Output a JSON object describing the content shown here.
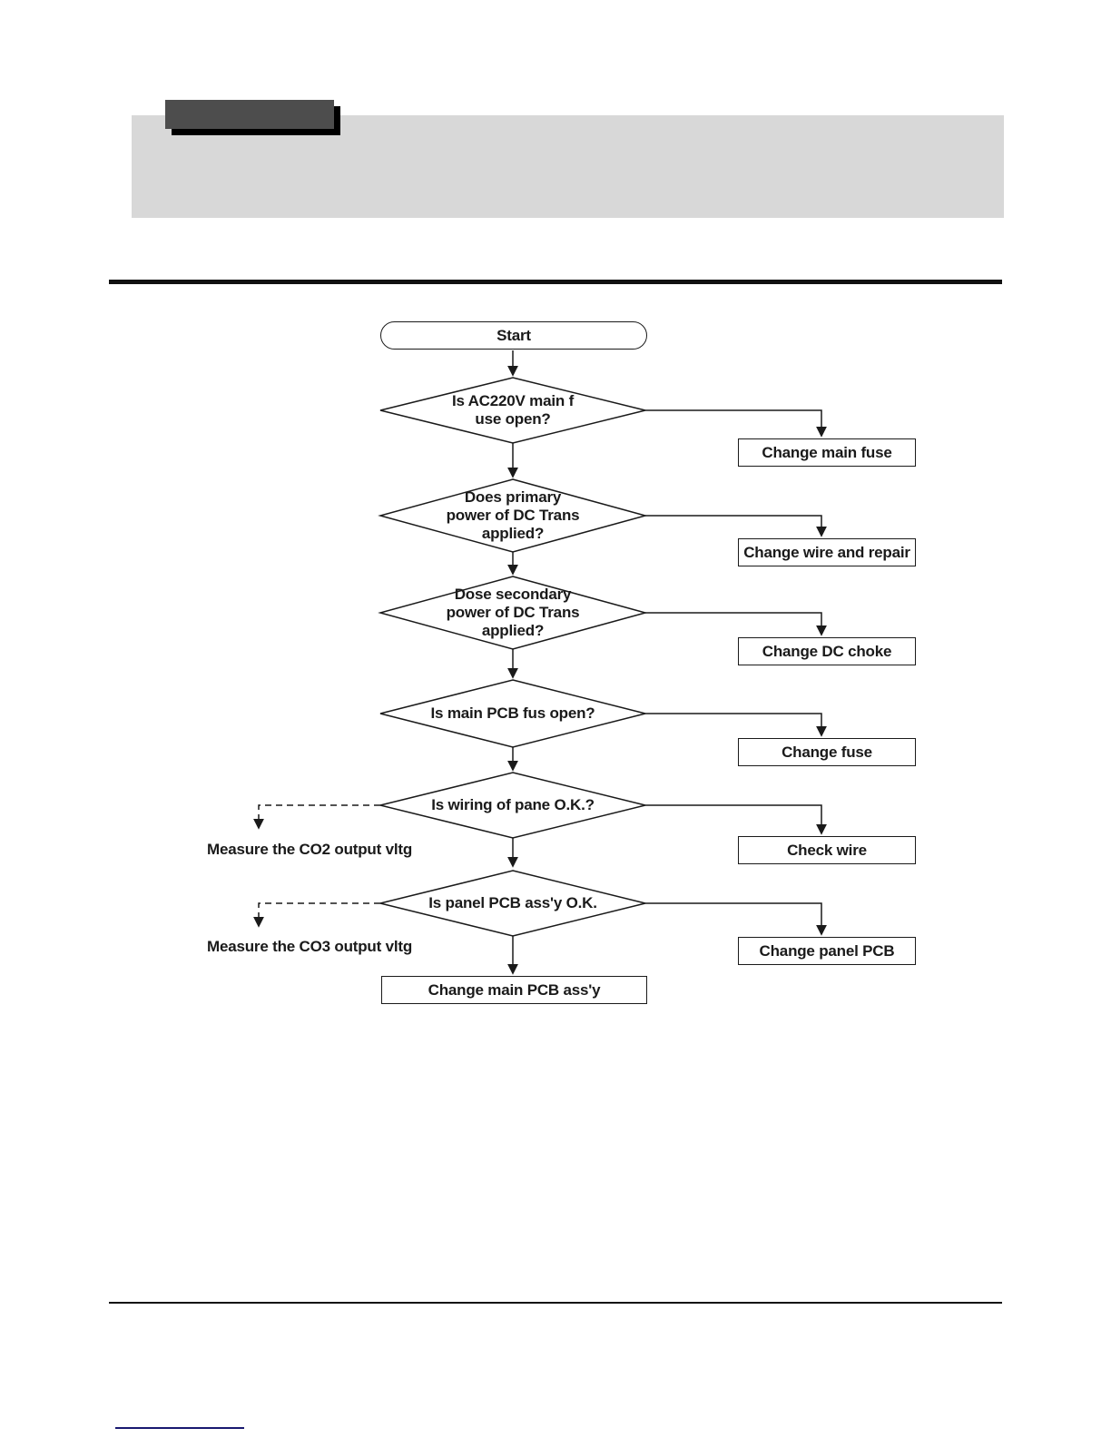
{
  "header": {
    "tab_box_color": "#4d4d4d",
    "tab_box_shadow_color": "#000000",
    "banner_color": "#d8d8d8"
  },
  "flowchart": {
    "line_color": "#1a1a1a",
    "start_label": "Start",
    "decisions": [
      {
        "label": "Is AC220V main f\nuse open?"
      },
      {
        "label": "Does primary\npower of DC Trans\napplied?"
      },
      {
        "label": "Dose secondary\npower of DC Trans\napplied?"
      },
      {
        "label": "Is main PCB fus open?"
      },
      {
        "label": "Is wiring of pane O.K.?"
      },
      {
        "label": "Is panel PCB ass'y O.K."
      }
    ],
    "actions": [
      {
        "label": "Change main fuse"
      },
      {
        "label": "Change wire and repair"
      },
      {
        "label": "Change DC choke"
      },
      {
        "label": "Change fuse"
      },
      {
        "label": "Check wire"
      },
      {
        "label": "Change panel PCB"
      }
    ],
    "final_label": "Change main PCB ass'y",
    "measure_notes": [
      {
        "label": "Measure the CO2 output vltg"
      },
      {
        "label": "Measure the CO3 output vltg"
      }
    ]
  },
  "footer": {
    "link_line_color": "#191970"
  }
}
